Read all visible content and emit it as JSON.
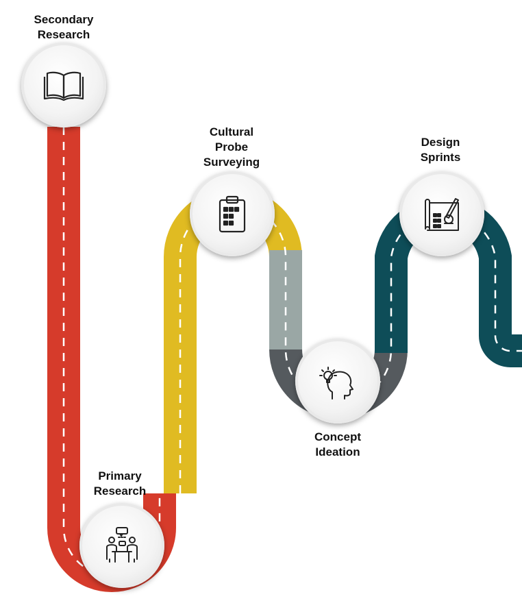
{
  "stages": [
    {
      "id": "secondary-research",
      "label_lines": [
        "Secondary",
        "Research"
      ],
      "icon": "open-book-icon",
      "color": "#d63b2b"
    },
    {
      "id": "primary-research",
      "label_lines": [
        "Primary",
        "Research"
      ],
      "icon": "team-meeting-icon",
      "color": "#d63b2b"
    },
    {
      "id": "cultural-probe-surveying",
      "label_lines": [
        "Cultural",
        "Probe",
        "Surveying"
      ],
      "icon": "clipboard-checklist-icon",
      "color": "#e0bb22"
    },
    {
      "id": "concept-ideation",
      "label_lines": [
        "Concept",
        "Ideation"
      ],
      "icon": "lightbulb-head-icon",
      "color": "#9aa7a5"
    },
    {
      "id": "design-sprints",
      "label_lines": [
        "Design",
        "Sprints"
      ],
      "icon": "blueprint-pencil-icon",
      "color": "#0e4d58"
    }
  ],
  "colors": {
    "red": "#d63b2b",
    "yellow": "#e0bb22",
    "gray": "#9aa7a5",
    "dark_gray": "#555a5e",
    "teal": "#0e4d58",
    "lane_marking": "#ffffff"
  }
}
